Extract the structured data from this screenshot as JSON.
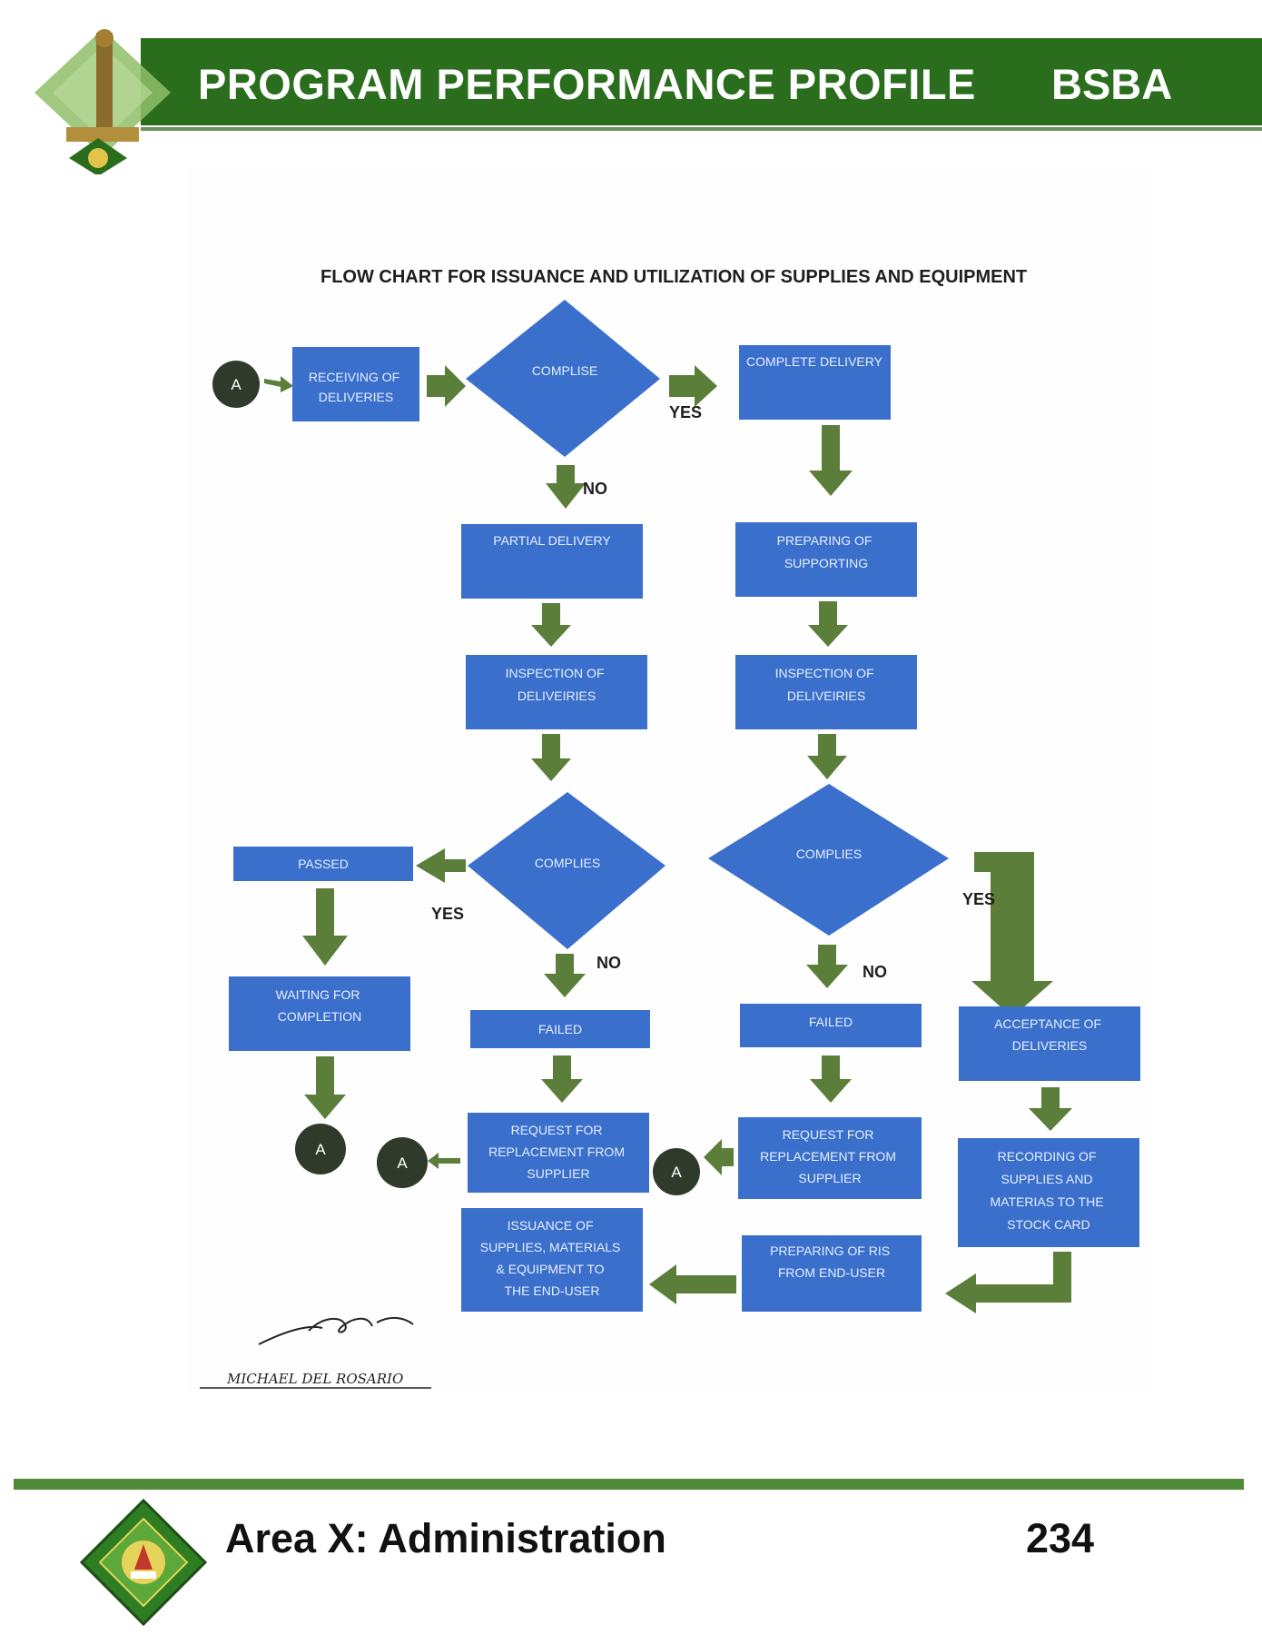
{
  "header": {
    "title": "PROGRAM PERFORMANCE PROFILE",
    "program": "BSBA"
  },
  "flowchart": {
    "title": "FLOW CHART FOR ISSUANCE AND UTILIZATION OF SUPPLIES AND EQUIPMENT",
    "connector": "A",
    "yes": "YES",
    "no": "NO",
    "nodes": {
      "receiving": [
        "RECEIVING OF",
        "DELIVERIES"
      ],
      "complise": [
        "COMPLISE"
      ],
      "complete_delivery": [
        "COMPLETE  DELIVERY"
      ],
      "partial_delivery": [
        "PARTIAL DELIVERY"
      ],
      "preparing_supporting": [
        "PREPARING OF",
        "SUPPORTING"
      ],
      "inspection_left": [
        "INSPECTION OF",
        "DELIVEIRIES"
      ],
      "inspection_right": [
        "INSPECTION OF",
        "DELIVEIRIES"
      ],
      "complies_left": [
        "COMPLIES"
      ],
      "complies_right": [
        "COMPLIES"
      ],
      "passed": [
        "PASSED"
      ],
      "waiting": [
        "WAITING FOR",
        "COMPLETION"
      ],
      "failed_left": [
        "FAILED"
      ],
      "failed_right": [
        "FAILED"
      ],
      "acceptance": [
        "ACCEPTANCE OF",
        "DELIVERIES"
      ],
      "request_left": [
        "REQUEST FOR",
        "REPLACEMENT FROM",
        "SUPPLIER"
      ],
      "request_right": [
        "REQUEST FOR",
        "REPLACEMENT FROM",
        "SUPPLIER"
      ],
      "recording": [
        "RECORDING OF",
        "SUPPLIES AND",
        "MATERIAS TO THE",
        "STOCK CARD"
      ],
      "issuance": [
        "ISSUANCE OF",
        "SUPPLIES, MATERIALS",
        "& EQUIPMENT TO",
        "THE END-USER"
      ],
      "preparing_ris": [
        "PREPARING OF RIS",
        "FROM END-USER"
      ]
    }
  },
  "signature": {
    "name": "MICHAEL  DEL  ROSARIO"
  },
  "footer": {
    "area": "Area X: Administration",
    "page": "234"
  },
  "colors": {
    "header_green": "#2a6e1d",
    "box_blue": "#3a6fcc",
    "arrow_green": "#5b7e3a",
    "connector_dark": "#2f3a2b"
  }
}
